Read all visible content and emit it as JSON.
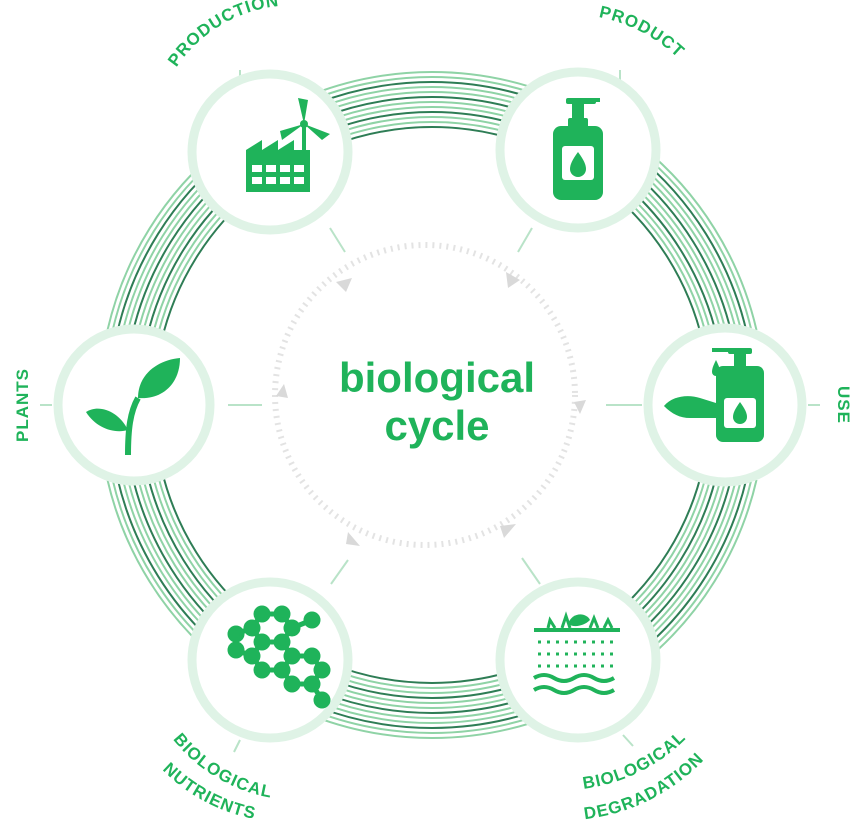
{
  "center": {
    "line1": "biological",
    "line2": "cycle"
  },
  "stages": [
    {
      "id": "production",
      "icon": "factory-icon",
      "label_lines": [
        "PRODUCTION"
      ]
    },
    {
      "id": "product",
      "icon": "soap-bottle-icon",
      "label_lines": [
        "PRODUCT"
      ]
    },
    {
      "id": "use",
      "icon": "hand-wash-icon",
      "label_lines": [
        "USE"
      ]
    },
    {
      "id": "degradation",
      "icon": "soil-layers-icon",
      "label_lines": [
        "BIOLOGICAL",
        "DEGRADATION"
      ]
    },
    {
      "id": "nutrients",
      "icon": "molecule-icon",
      "label_lines": [
        "BIOLOGICAL",
        "NUTRIENTS"
      ]
    },
    {
      "id": "plants",
      "icon": "sprout-icon",
      "label_lines": [
        "PLANTS"
      ]
    }
  ],
  "colors": {
    "accent": "#22b85a",
    "accent_text": "#1fb35a",
    "node_ring": "#dff3e6",
    "node_fill": "#ffffff",
    "arc_dark": "#2e7d55",
    "arc_light": "#8fd3a6",
    "dots": "#e3e3e3",
    "connector": "#b9e3c8"
  }
}
